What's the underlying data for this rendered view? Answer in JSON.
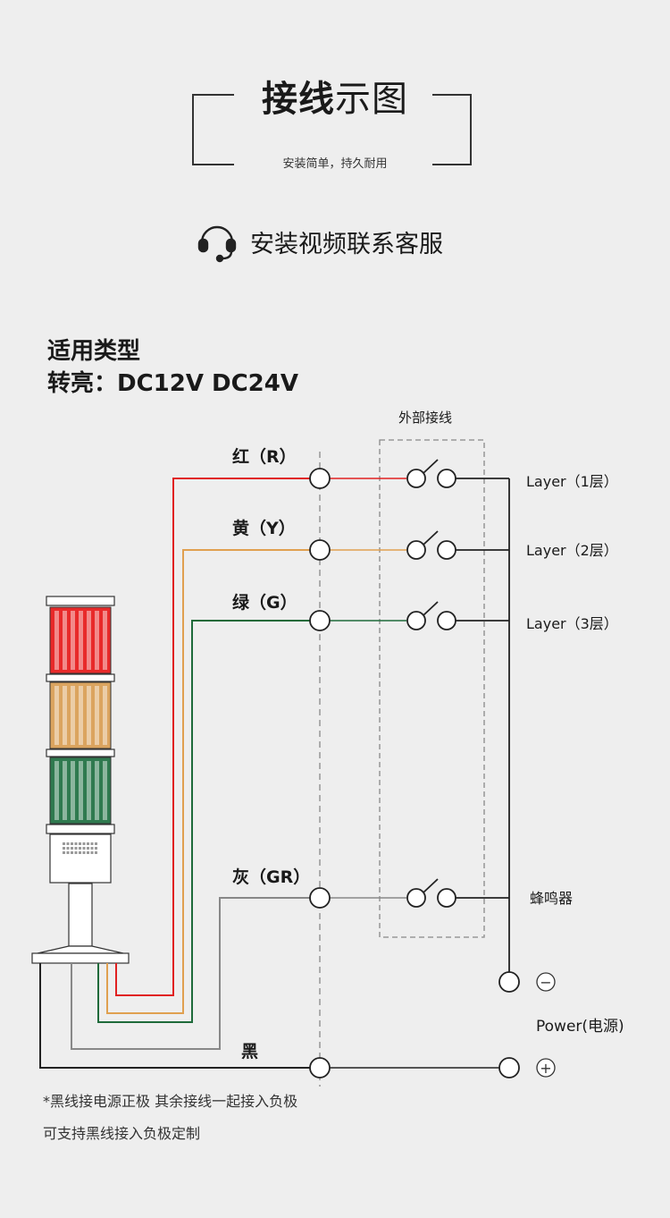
{
  "header": {
    "title_bold": "接线",
    "title_light": "示图",
    "subtitle": "安装简单，持久耐用"
  },
  "service": {
    "icon": "headset-icon",
    "label": "安装视频联系客服"
  },
  "spec": {
    "line1": "适用类型",
    "line2": "转亮：DC12V DC24V"
  },
  "diagram": {
    "external_label": "外部接线",
    "wires": [
      {
        "name": "红（R）",
        "color": "#e02020",
        "output": "Layer（1层）"
      },
      {
        "name": "黄（Y）",
        "color": "#e0a050",
        "output": "Layer（2层）"
      },
      {
        "name": "绿（G）",
        "color": "#1e6a3a",
        "output": "Layer（3层）"
      },
      {
        "name": "灰（GR）",
        "color": "#888888",
        "output": "蜂鸣器"
      }
    ],
    "black_label": "黑",
    "power_label": "Power(电源)",
    "minus_symbol": "−",
    "plus_symbol": "+",
    "light_colors": {
      "red": "#e82a2a",
      "amber": "#dba45f",
      "green": "#2f7a4f"
    }
  },
  "notes": {
    "line1": "*黑线接电源正极 其余接线一起接入负极",
    "line2": "可支持黑线接入负极定制"
  }
}
